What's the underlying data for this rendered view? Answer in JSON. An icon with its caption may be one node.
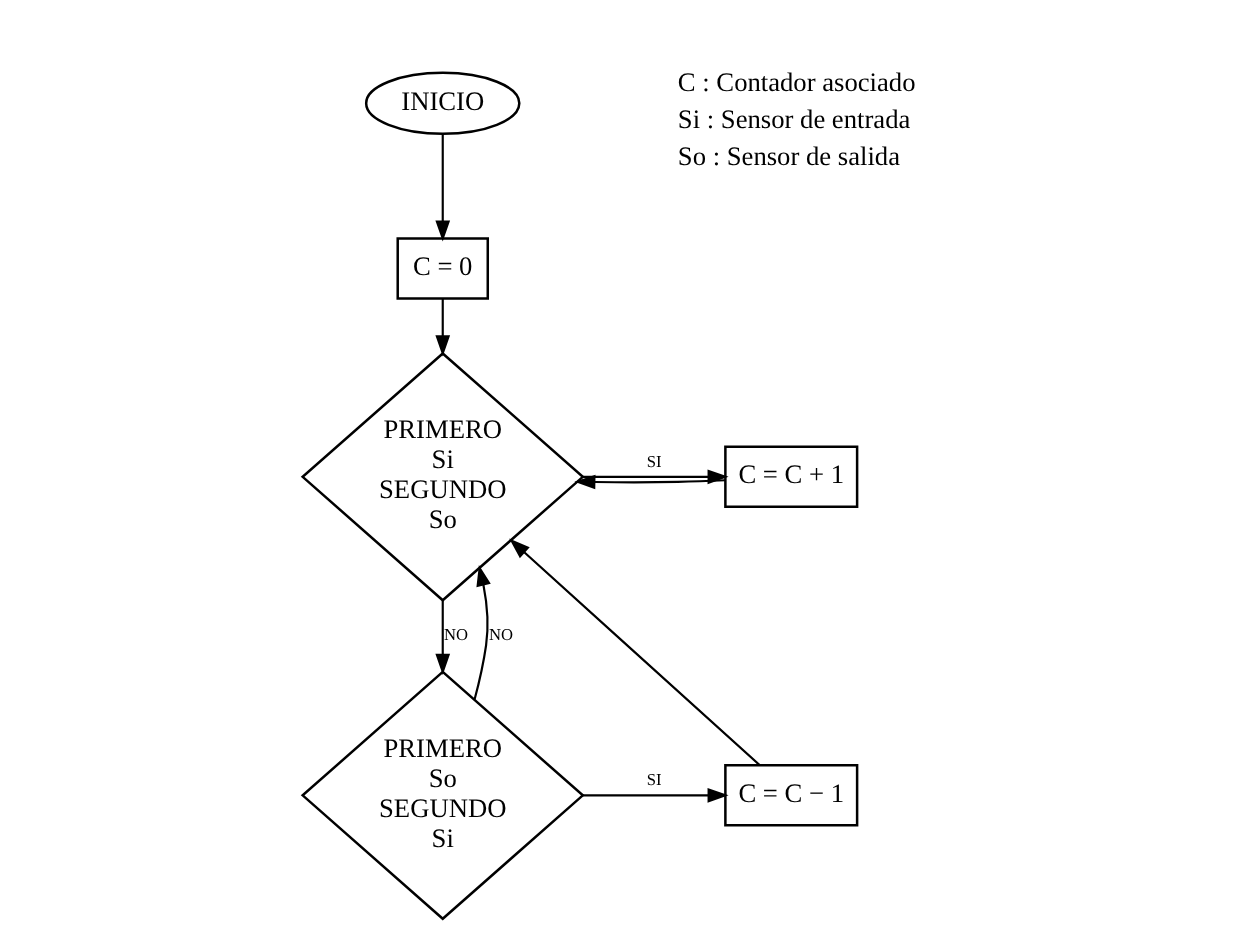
{
  "diagram": {
    "nodes": [
      {
        "text": [
          "INICIO"
        ]
      },
      {
        "text": [
          "C = 0"
        ]
      },
      {
        "text": [
          "PRIMERO",
          "Si",
          "SEGUNDO",
          "So"
        ]
      },
      {
        "text": [
          "C = C + 1"
        ]
      },
      {
        "text": [
          "PRIMERO",
          "So",
          "SEGUNDO",
          "Si"
        ]
      },
      {
        "text": [
          "C = C − 1"
        ]
      }
    ],
    "edges": [
      {
        "from": 0,
        "to": 1,
        "arrow": "to"
      },
      {
        "from": 1,
        "to": 2,
        "arrow": "to"
      },
      {
        "from": 2,
        "to": 3,
        "arrow": "to",
        "label": "SI"
      },
      {
        "from": 2,
        "to": 4,
        "arrow": "to",
        "label": "NO"
      },
      {
        "from": 4,
        "to": 5,
        "arrow": "to",
        "label": "SI"
      },
      {
        "from": 3,
        "to": 2,
        "arrow": "to"
      },
      {
        "from": 5,
        "to": 2,
        "arrow": "to"
      },
      {
        "from": 4,
        "to": 2,
        "arrow": "to",
        "label": "NO"
      }
    ],
    "labels": [
      "C : Contador asociado",
      "Si : Sensor de entrada",
      "So : Sensor de salida"
    ]
  }
}
